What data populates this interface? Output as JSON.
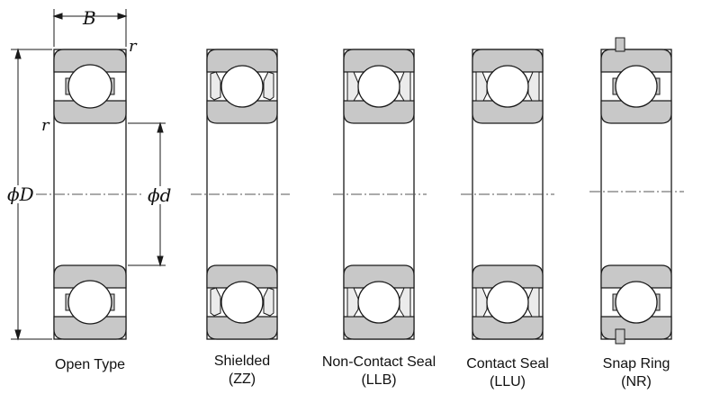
{
  "dimensions": {
    "width": "B",
    "outer_diameter": "ϕD",
    "bore_diameter": "ϕd",
    "radius_top": "r",
    "radius_side": "r"
  },
  "types": [
    {
      "name": "Open Type",
      "code": ""
    },
    {
      "name": "Shielded",
      "code": "(ZZ)"
    },
    {
      "name": "Non-Contact Seal",
      "code": "(LLB)"
    },
    {
      "name": "Contact Seal",
      "code": "(LLU)"
    },
    {
      "name": "Snap Ring",
      "code": "(NR)"
    }
  ],
  "colors": {
    "outline": "#1a1a1a",
    "ring_fill": "#c8c8c8",
    "ball_fill": "#ffffff",
    "seal_fill": "#ebebeb",
    "centerline": "#555555"
  }
}
